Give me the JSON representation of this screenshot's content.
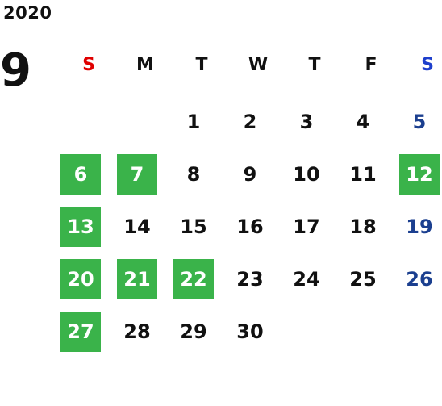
{
  "calendar": {
    "year": "2020",
    "month": "9",
    "weekdays": [
      "S",
      "M",
      "T",
      "W",
      "T",
      "F",
      "S"
    ],
    "weeks": [
      [
        {
          "day": "",
          "type": "empty"
        },
        {
          "day": "",
          "type": "empty"
        },
        {
          "day": "1",
          "type": "normal"
        },
        {
          "day": "2",
          "type": "normal"
        },
        {
          "day": "3",
          "type": "normal"
        },
        {
          "day": "4",
          "type": "normal"
        },
        {
          "day": "5",
          "type": "saturday"
        }
      ],
      [
        {
          "day": "6",
          "type": "holiday"
        },
        {
          "day": "7",
          "type": "holiday"
        },
        {
          "day": "8",
          "type": "normal"
        },
        {
          "day": "9",
          "type": "normal"
        },
        {
          "day": "10",
          "type": "normal"
        },
        {
          "day": "11",
          "type": "normal"
        },
        {
          "day": "12",
          "type": "holiday"
        }
      ],
      [
        {
          "day": "13",
          "type": "holiday"
        },
        {
          "day": "14",
          "type": "normal"
        },
        {
          "day": "15",
          "type": "normal"
        },
        {
          "day": "16",
          "type": "normal"
        },
        {
          "day": "17",
          "type": "normal"
        },
        {
          "day": "18",
          "type": "normal"
        },
        {
          "day": "19",
          "type": "saturday"
        }
      ],
      [
        {
          "day": "20",
          "type": "holiday"
        },
        {
          "day": "21",
          "type": "holiday"
        },
        {
          "day": "22",
          "type": "holiday"
        },
        {
          "day": "23",
          "type": "normal"
        },
        {
          "day": "24",
          "type": "normal"
        },
        {
          "day": "25",
          "type": "normal"
        },
        {
          "day": "26",
          "type": "saturday"
        }
      ],
      [
        {
          "day": "27",
          "type": "holiday"
        },
        {
          "day": "28",
          "type": "normal"
        },
        {
          "day": "29",
          "type": "normal"
        },
        {
          "day": "30",
          "type": "normal"
        },
        {
          "day": "",
          "type": "empty"
        },
        {
          "day": "",
          "type": "empty"
        },
        {
          "day": "",
          "type": "empty"
        }
      ]
    ]
  },
  "colors": {
    "holiday_bg": "#3ab34a",
    "sunday_header": "#e00000",
    "saturday_header": "#1e3fcc",
    "saturday_number": "#1b3f8f"
  }
}
